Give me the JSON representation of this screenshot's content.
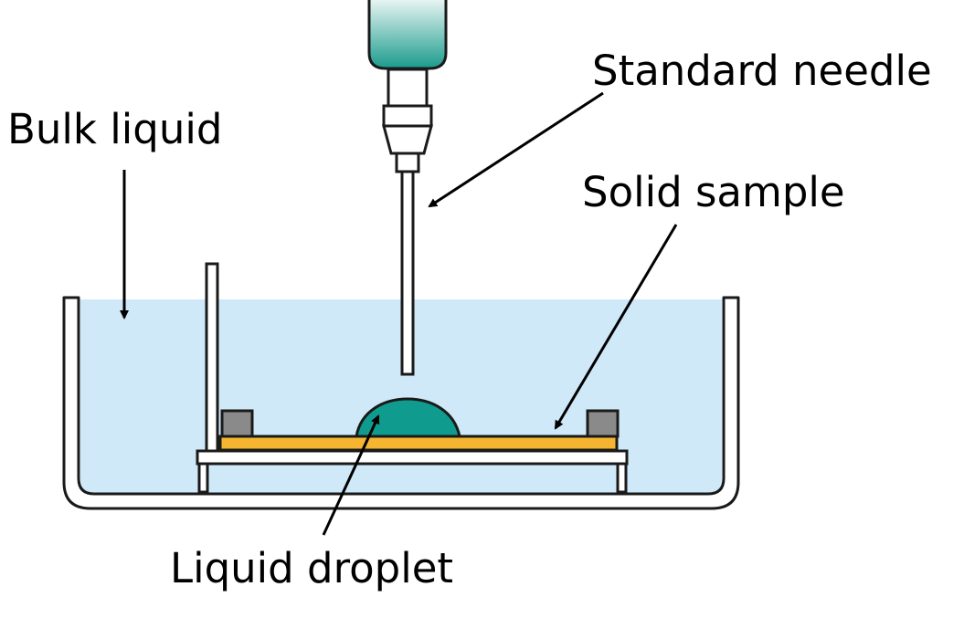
{
  "labels": {
    "standard_needle": "Standard needle",
    "bulk_liquid": "Bulk liquid",
    "solid_sample": "Solid sample",
    "liquid_droplet": "Liquid droplet"
  },
  "colors": {
    "bulk_liquid": "#cfe9f8",
    "droplet": "#0f9c8e",
    "solid_sample": "#f5b530",
    "blocks": "#8a8a8a",
    "outline": "#1a1a1a",
    "syringe_teal_top": "#e6f4f2",
    "syringe_teal_bottom": "#1a9b8c"
  }
}
